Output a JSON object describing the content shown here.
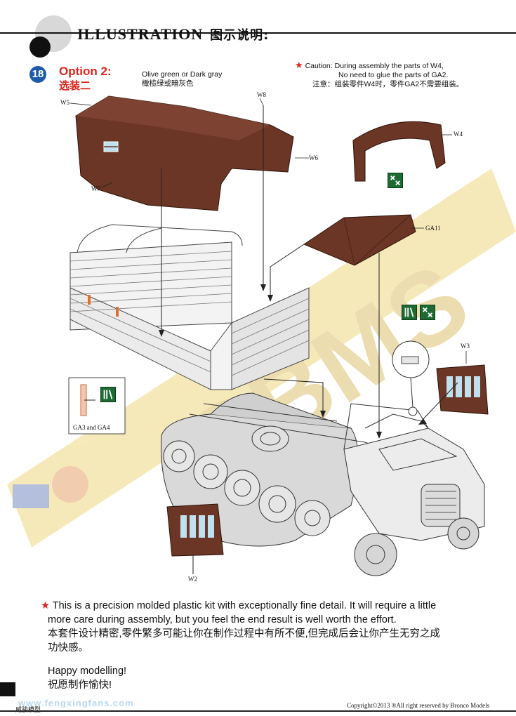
{
  "header": {
    "title": "ILLUSTRATION",
    "title_cn": "图示说明:"
  },
  "step": {
    "number": "18",
    "option_title": "Option 2:",
    "option_title_cn": "选装二",
    "color_note_en": "Olive  green or Dark gray",
    "color_note_cn": "橄榄绿或暗灰色"
  },
  "caution": {
    "label": "Caution:",
    "line1": "During assembly the parts of W4,",
    "line2": "No need to glue the parts of GA2.",
    "line3": "注意：组装零件W4时，零件GA2不需要组装。"
  },
  "parts": {
    "w5": "W5",
    "w8": "W8",
    "w6": "W6",
    "w7": "W7",
    "w4": "W4",
    "ga11": "GA11",
    "w3": "W3",
    "w2": "W2",
    "ga3_ga4": "GA3 and GA4"
  },
  "colors": {
    "canvas_brown": "#6b3626",
    "accent_red": "#e0231c",
    "step_blue": "#1e5aa8",
    "icon_green": "#1d6b33",
    "watermark_yellow": "#e8c23a"
  },
  "icons": {
    "glue_icon": "glue-icon",
    "no_glue_icon": "no-glue-icon"
  },
  "footnote": {
    "line1": "This is a precision molded plastic kit with exceptionally fine detail. It will require a little",
    "line2": "more care during assembly, but you feel the end result is well worth the effort.",
    "line3": "本套件设计精密,零件繁多可能让你在制作过程中有所不便,但完成后会让你产生无穷之成",
    "line4": "功快感。"
  },
  "closing": {
    "en": "Happy modelling!",
    "cn": "祝愿制作愉快!"
  },
  "copyright": "Copyright©2013  ®All right reserved by Bronco Models",
  "corner_text": "威骏模型",
  "site_watermark": "www.fengxingfans.com",
  "watermark_text": "BBMS"
}
